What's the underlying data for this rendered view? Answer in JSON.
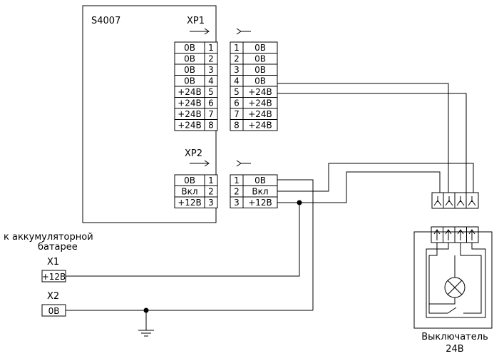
{
  "device": {
    "title": "S4007"
  },
  "xp1": {
    "label": "XP1",
    "device_side": [
      {
        "signal": "0В",
        "pin": "1"
      },
      {
        "signal": "0В",
        "pin": "2"
      },
      {
        "signal": "0В",
        "pin": "3"
      },
      {
        "signal": "0В",
        "pin": "4"
      },
      {
        "signal": "+24В",
        "pin": "5"
      },
      {
        "signal": "+24В",
        "pin": "6"
      },
      {
        "signal": "+24В",
        "pin": "7"
      },
      {
        "signal": "+24В",
        "pin": "8"
      }
    ],
    "mating_side": [
      {
        "pin": "1",
        "signal": "0В"
      },
      {
        "pin": "2",
        "signal": "0В"
      },
      {
        "pin": "3",
        "signal": "0В"
      },
      {
        "pin": "4",
        "signal": "0В"
      },
      {
        "pin": "5",
        "signal": "+24В"
      },
      {
        "pin": "6",
        "signal": "+24В"
      },
      {
        "pin": "7",
        "signal": "+24В"
      },
      {
        "pin": "8",
        "signal": "+24В"
      }
    ]
  },
  "xp2": {
    "label": "XP2",
    "device_side": [
      {
        "signal": "0В",
        "pin": "1"
      },
      {
        "signal": "Вкл",
        "pin": "2"
      },
      {
        "signal": "+12В",
        "pin": "3"
      }
    ],
    "mating_side": [
      {
        "pin": "1",
        "signal": "0В"
      },
      {
        "pin": "2",
        "signal": "Вкл"
      },
      {
        "pin": "3",
        "signal": "+12В"
      }
    ]
  },
  "battery": {
    "caption_line1": "к аккумуляторной",
    "caption_line2": "батарее",
    "x1": {
      "label": "X1",
      "value": "+12В"
    },
    "x2": {
      "label": "X2",
      "value": "0В"
    }
  },
  "switch": {
    "caption_line1": "Выключатель",
    "caption_line2": "24В"
  }
}
